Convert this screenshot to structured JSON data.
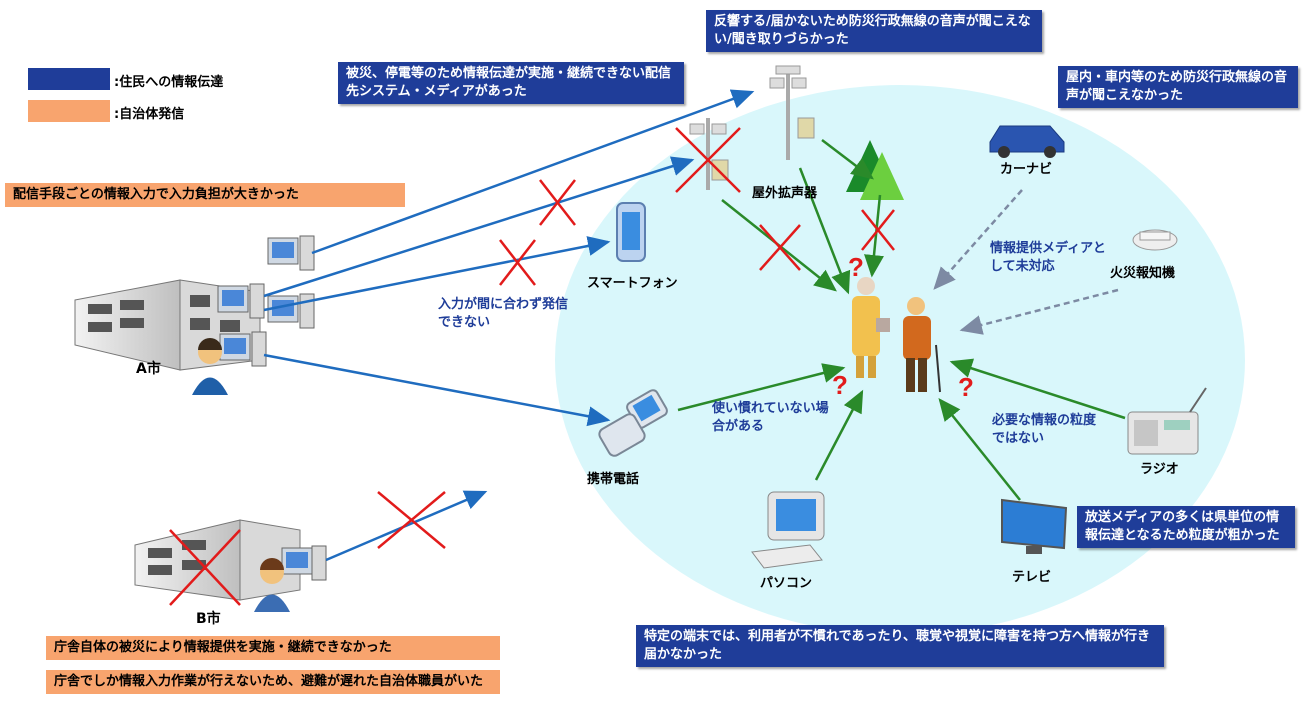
{
  "legend": {
    "items": [
      {
        "label": ":住民への情報伝達",
        "color": "#1f3d99"
      },
      {
        "label": ":自治体発信",
        "color": "#f8a46e"
      }
    ]
  },
  "callouts": {
    "sender_system": "被災、停電等のため情報伝達が実施・継続できない配信先システム・メディアがあった",
    "outdoor_speaker": "反響する/届かないため防災行政無線の音声が聞こえない/聞き取りづらかった",
    "indoor": "屋内・車内等のため防災行政無線の音声が聞こえなかった",
    "broadcast": "放送メディアの多くは県単位の情報伝達となるため粒度が粗かった",
    "terminal": "特定の端末では、利用者が不慣れであったり、聴覚や視覚に障害を持つ方へ情報が行き届かなかった",
    "input_burden": "配信手段ごとの情報入力で入力負担が大きかった",
    "office_damage": "庁舎自体の被災により情報提供を実施・継続できなかった",
    "office_only": "庁舎でしか情報入力作業が行えないため、避難が遅れた自治体職員がいた"
  },
  "devices": {
    "outdoor_speaker": "屋外拡声器",
    "smartphone": "スマートフォン",
    "mobile_phone": "携帯電話",
    "pc": "パソコン",
    "tv": "テレビ",
    "radio": "ラジオ",
    "fire_alarm": "火災報知機",
    "car_navi": "カーナビ"
  },
  "cities": {
    "a": "A市",
    "b": "B市"
  },
  "notes": {
    "input_late": "入力が間に合わず発信できない",
    "unfamiliar": "使い慣れていない場合がある",
    "granularity": "必要な情報の粒度ではない",
    "unsupported": "情報提供メディアとして未対応"
  },
  "question_mark": "?",
  "colors": {
    "blue": "#1f3d99",
    "orange": "#f8a46e",
    "arrow_blue": "#1f6cbf",
    "arrow_green": "#2a8a2a",
    "cross_red": "#e21b1b",
    "ellipse": "#d9f7fb"
  }
}
